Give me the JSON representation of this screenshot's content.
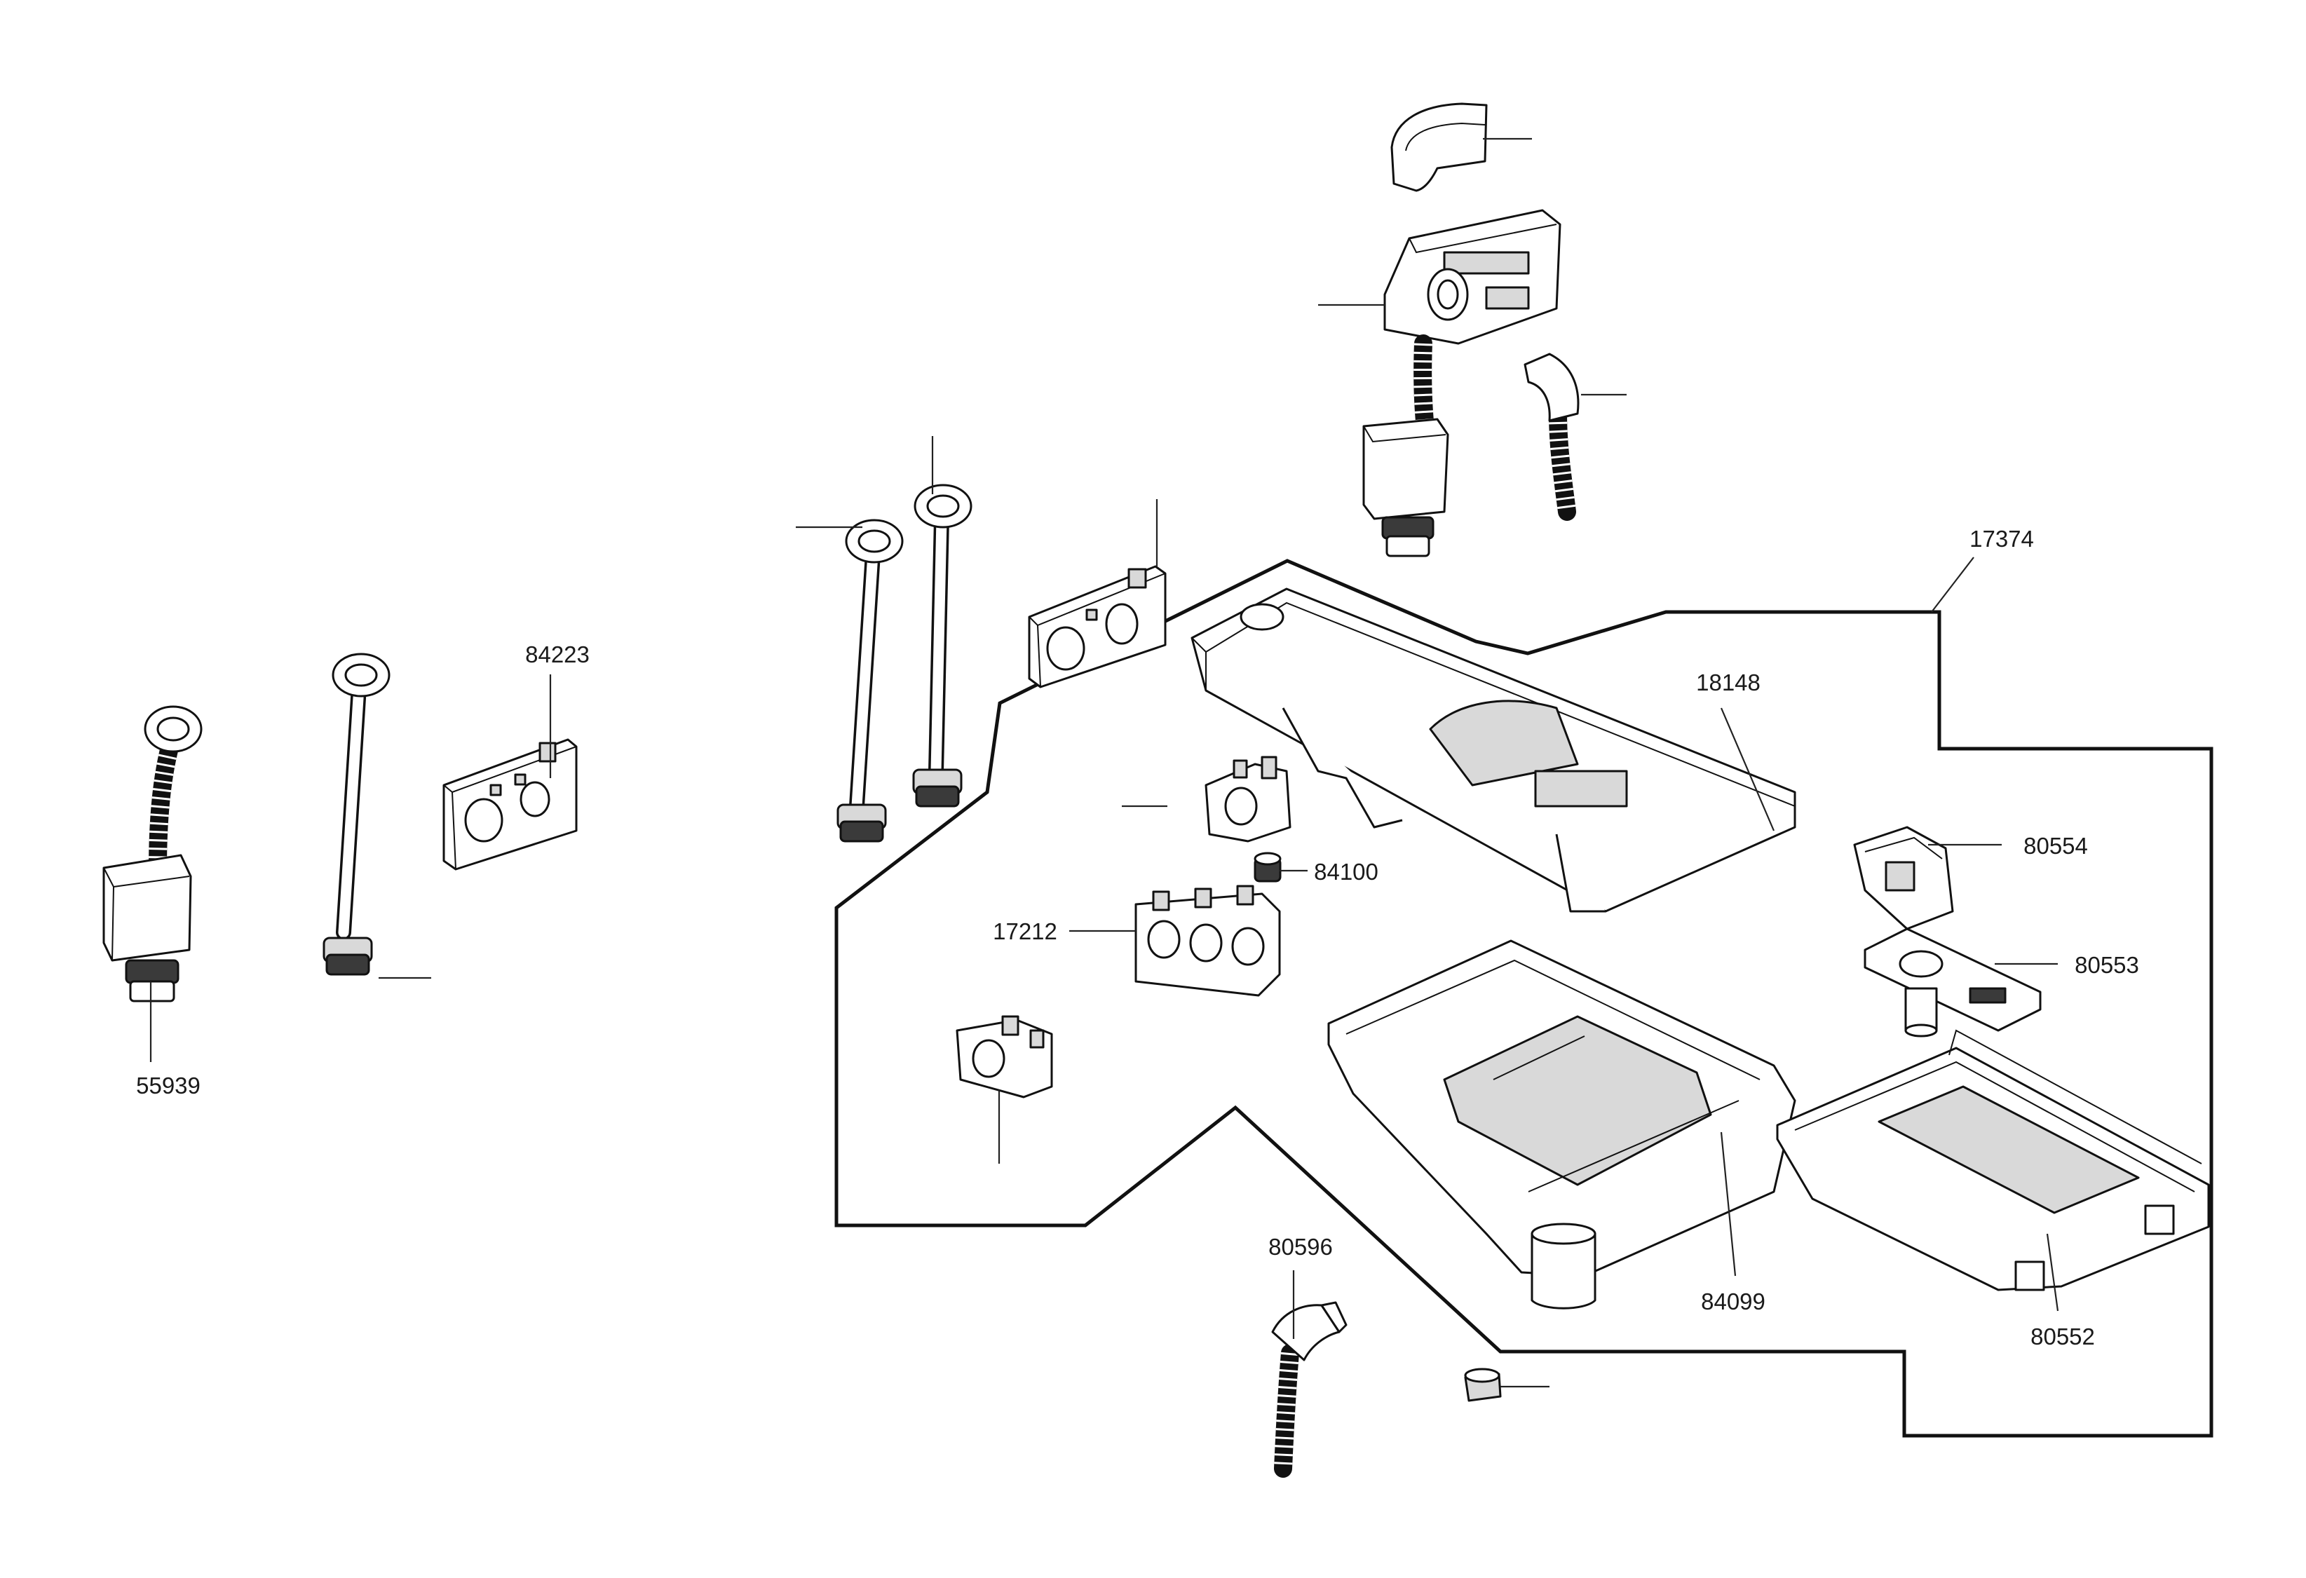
{
  "labels": {
    "p17374": "17374",
    "p84223": "84223",
    "p18148": "18148",
    "p80554": "80554",
    "p84100": "84100",
    "p17212": "17212",
    "p80553": "80553",
    "p55939": "55939",
    "p80596": "80596",
    "p84099": "84099",
    "p80552": "80552"
  }
}
